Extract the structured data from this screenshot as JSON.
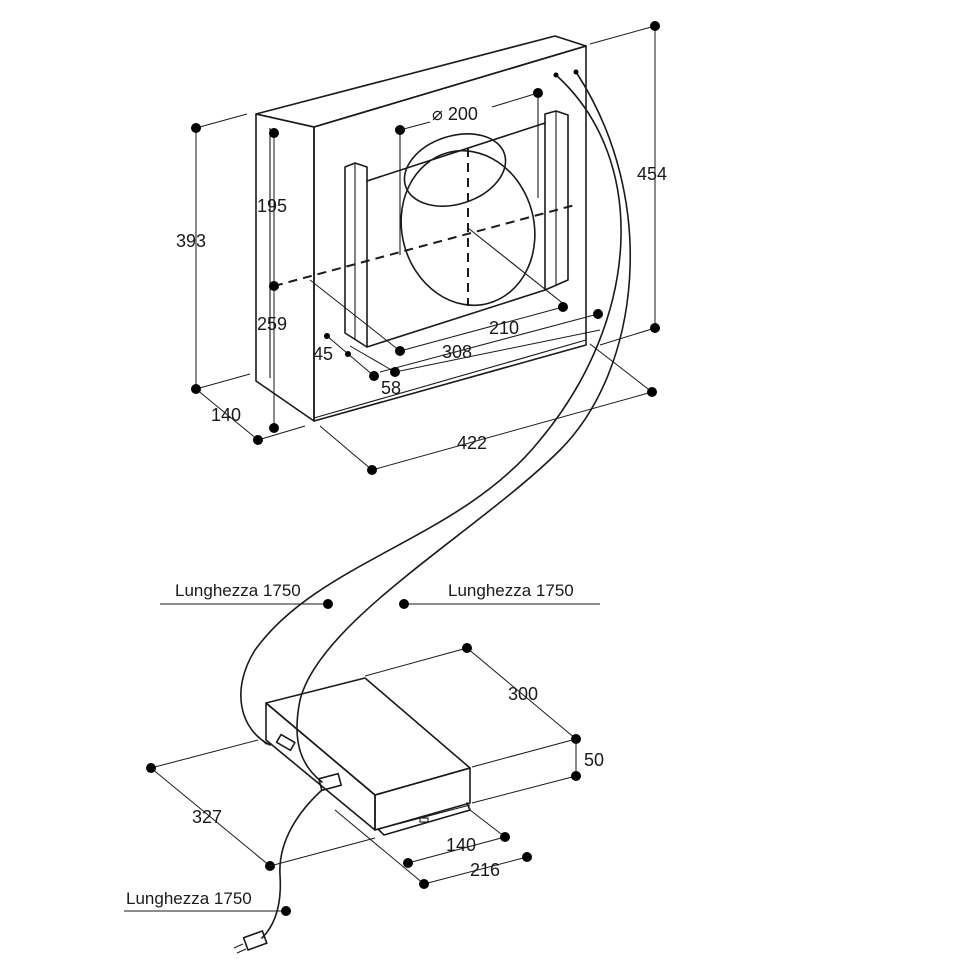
{
  "hood_dimensions": {
    "diameter": "⌀ 200",
    "height_total": "454",
    "height_body": "393",
    "upper_offset": "195",
    "lower_offset": "259",
    "depth": "140",
    "inner_width": "210",
    "outlet_offset": "308",
    "side_offset": "45",
    "bottom_offset": "58",
    "width": "422"
  },
  "cables": {
    "left_label": "Lunghezza 1750",
    "right_label": "Lunghezza 1750",
    "power_label": "Lunghezza 1750"
  },
  "box_dimensions": {
    "length": "300",
    "height": "50",
    "width": "327",
    "inner_offset": "140",
    "outer_offset": "216"
  }
}
